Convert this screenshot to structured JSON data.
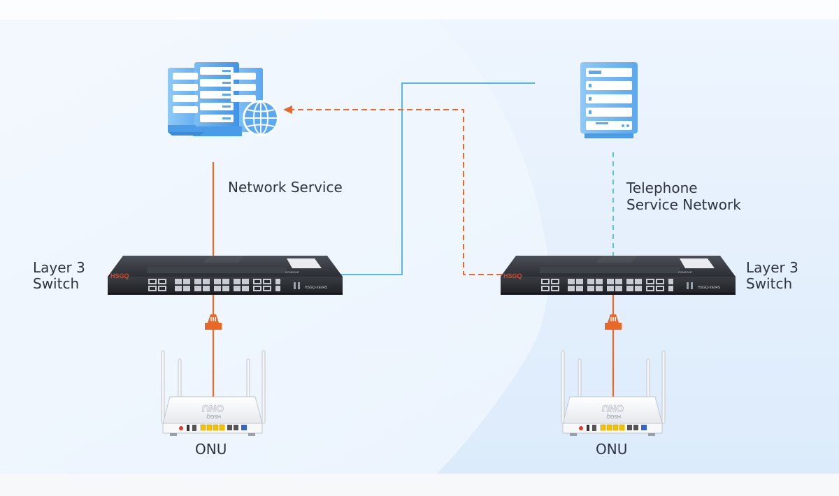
{
  "labels": {
    "network_service": "Network Service",
    "telephone_line1": "Telephone",
    "telephone_line2": "Service Network",
    "switch_left_line1": "Layer 3",
    "switch_left_line2": "Switch",
    "switch_right_line1": "Layer 3",
    "switch_right_line2": "Switch",
    "onu_left": "ONU",
    "onu_right": "ONU"
  },
  "device_text": {
    "switch_brand": "HSGQ",
    "switch_model": "HSGQ-XE04S",
    "switch_console": "CONSOLE",
    "onu_panel_text": "ONU",
    "onu_brand": "HSGQ"
  },
  "colors": {
    "orange_link": "#e8682a",
    "blue_link": "#55b7ea",
    "teal_dashed": "#5cc3da",
    "server_blue": "#5aa8f0",
    "background_panel": "#eaf3fd"
  },
  "icons": [
    "server-cluster-icon",
    "globe-icon",
    "server-icon",
    "switch-icon",
    "fiber-connector-icon",
    "onu-router-icon"
  ]
}
